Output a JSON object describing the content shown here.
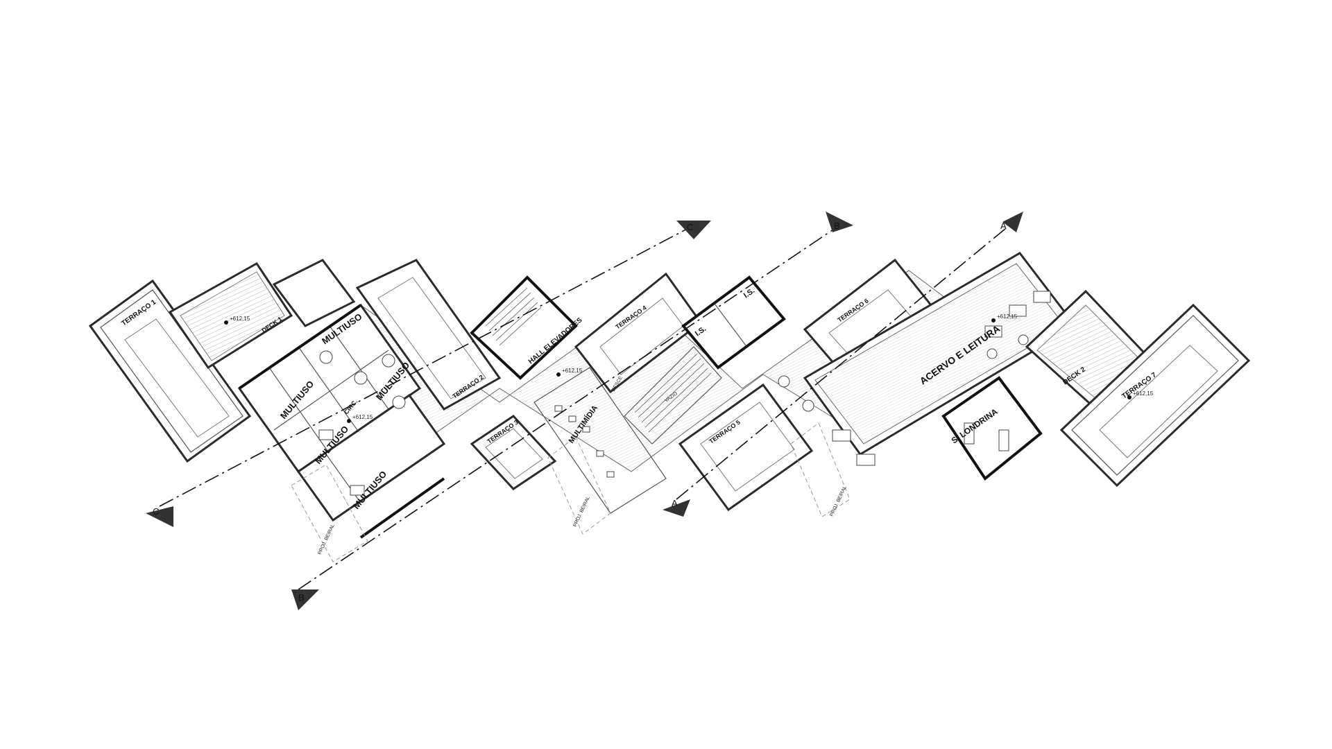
{
  "rooms": {
    "terraco1": "TERRAÇO 1",
    "deck1": "DECK 1",
    "multiuso1": "MULTIUSO",
    "multiuso2": "MULTIUSO",
    "multiuso3": "MULTIUSO",
    "multiuso4": "MULTIUSO",
    "multiuso5": "MULTIUSO",
    "circ": "CIRC.",
    "terraco2": "TERRAÇO 2",
    "hall": "HALL ELEVADORES",
    "terraco3": "TERRAÇO 3",
    "multimidia": "MULTIMÍDIA",
    "terraco4": "TERRAÇO 4",
    "is1": "I.S.",
    "is2": "I.S.",
    "terraco5": "TERRAÇO 5",
    "terraco6": "TERRAÇO 6",
    "acervo": "ACERVO E LEITURA",
    "londrina": "S. LONDRINA",
    "deck2": "DECK 2",
    "terraco7": "TERRAÇO 7"
  },
  "levels": {
    "l1": "+612,15",
    "l2": "+612,15",
    "l3": "+612,15",
    "l4": "+612,15",
    "l5": "+612,15"
  },
  "notes": {
    "proj1": "PROJ. BEIRAL",
    "proj2": "PROJ. BEIRAL",
    "proj3": "PROJ. BEIRAL",
    "vazio": "VAZIO",
    "desce": "DESCE"
  },
  "section_markers": {
    "c_top": "C",
    "b_top": "B",
    "a_top": "A",
    "c_bottom": "C",
    "b_bottom": "B",
    "a_bottom": "A"
  },
  "colors": {
    "line": "#2b2b2b",
    "background": "#ffffff"
  }
}
